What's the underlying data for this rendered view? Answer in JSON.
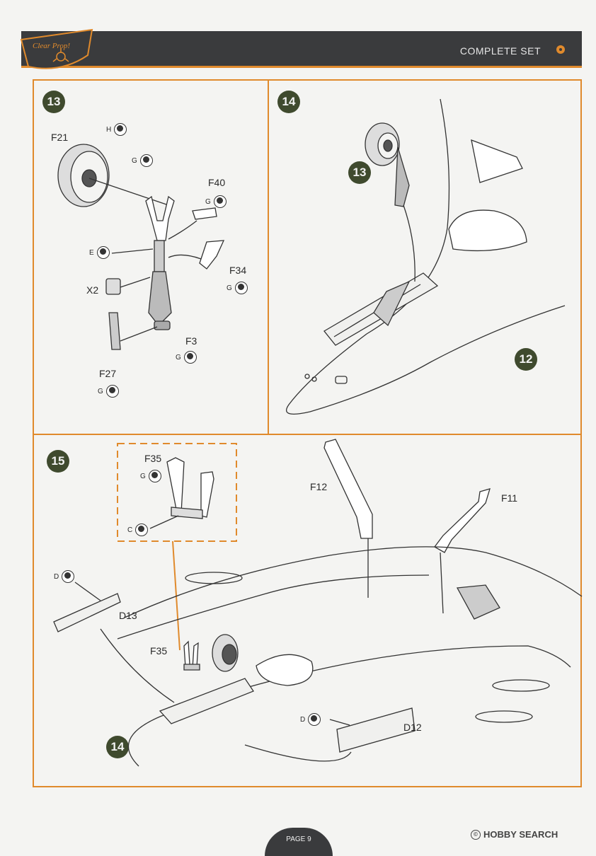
{
  "header": {
    "title": "COMPLETE SET",
    "brand": "Clear Prop!"
  },
  "steps": {
    "s13": "13",
    "s14": "14",
    "s15": "15",
    "sub13": "13",
    "sub12": "12",
    "sub14": "14"
  },
  "parts13": {
    "f21": "F21",
    "f40": "F40",
    "f34": "F34",
    "x2": "X2",
    "f3": "F3",
    "f27": "F27",
    "h": "H",
    "g1": "G",
    "g2": "G",
    "e": "E",
    "g3": "G",
    "g4": "G",
    "g5": "G"
  },
  "parts15": {
    "f35a": "F35",
    "g": "G",
    "c": "C",
    "f12": "F12",
    "f11": "F11",
    "d1": "D",
    "d13": "D13",
    "f35b": "F35",
    "d2": "D",
    "d12": "D12"
  },
  "footer": {
    "page": "PAGE 9",
    "watermark": "HOBBY SEARCH"
  },
  "colors": {
    "accent": "#e08a2c",
    "header_bg": "#3a3b3d",
    "step_bg": "#3f4a2e"
  }
}
